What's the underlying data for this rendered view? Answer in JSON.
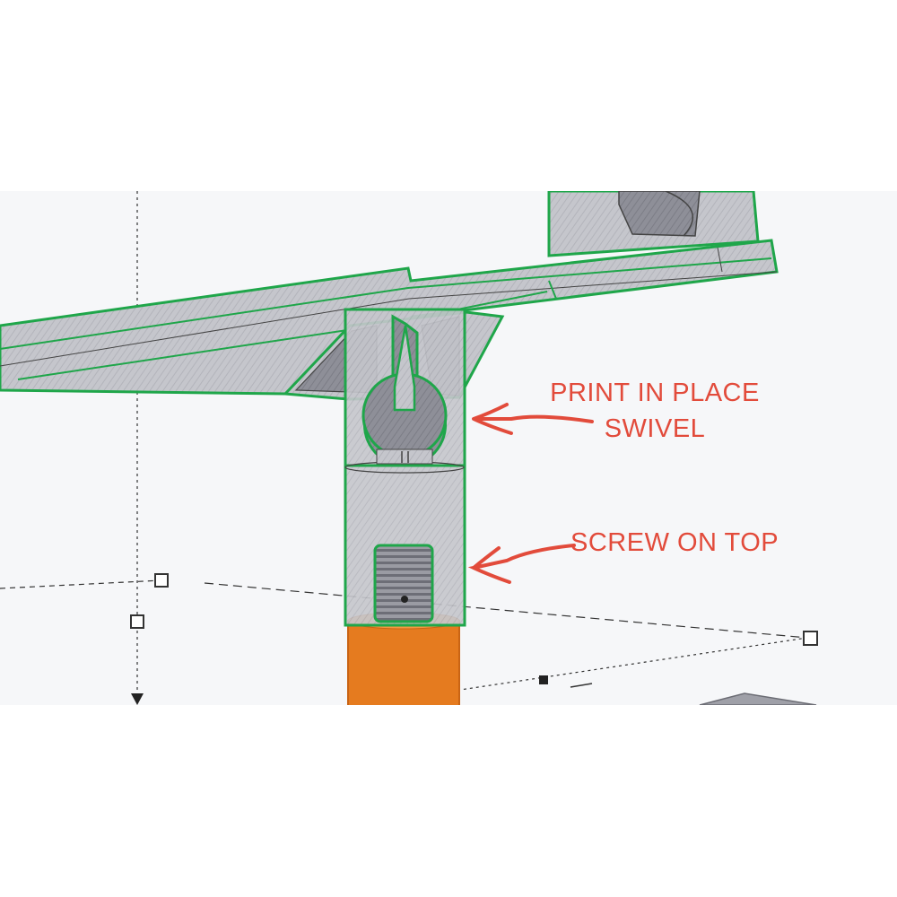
{
  "annotations": {
    "swivel": {
      "line1": "PRINT IN PLACE",
      "line2": "SWIVEL"
    },
    "screw": {
      "text": "SCREW ON TOP"
    }
  },
  "colors": {
    "annotation_red": "#e24b3b",
    "selection_green": "#1fa64a",
    "part_gray": "#c9c9cf",
    "base_orange": "#e57b1f",
    "viewport_background": "#f6f7f9"
  },
  "icons": {
    "arrow_swivel": "curved-arrow-left",
    "arrow_screw": "curved-arrow-left",
    "handles": "square-resize-handle",
    "down_marker": "triangle-down"
  }
}
